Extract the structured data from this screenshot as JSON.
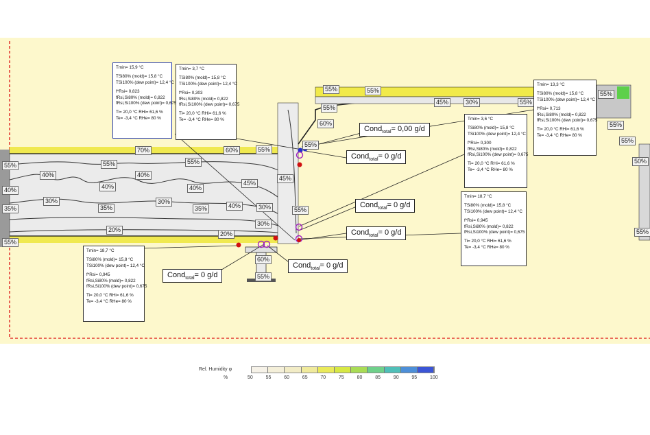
{
  "legend": {
    "title": "Rel. Humidity φ",
    "unit": "%",
    "ticks": [
      "50",
      "55",
      "60",
      "65",
      "70",
      "75",
      "80",
      "85",
      "90",
      "95",
      "100"
    ],
    "colors": [
      "#f6f2e8",
      "#f4efd9",
      "#f2ecc6",
      "#f0ea9c",
      "#eaea5a",
      "#d7e844",
      "#a9dc55",
      "#6fd08a",
      "#4fbfb8",
      "#4d8fd8",
      "#3b55d6"
    ]
  },
  "boxes": {
    "b1": {
      "tmin": "Tmin= 15,9 °C",
      "tsi80": "TSi80% (mold)= 15,8 °C",
      "tsi100": "TSi100% (dew point)= 12,4 °C",
      "frsi": "f*Rsi= 0,823",
      "frsi80": "fRsi,Si80% (mold)= 0,822",
      "frsi100": "fRsi,Si100% (dew point)= 0,675",
      "ti": "Ti= 20,0 °C   RHi= 61,6 %",
      "te": "Te= -3,4 °C   RHe= 80 %"
    },
    "b2": {
      "tmin": "Tmin= 3,7 °C",
      "tsi80": "TSi80% (mold)= 15,8 °C",
      "tsi100": "TSi100% (dew point)= 12,4 °C",
      "frsi": "f*Rsi= 0,303",
      "frsi80": "fRsi,Si80% (mold)= 0,822",
      "frsi100": "fRsi,Si100% (dew point)= 0,675",
      "ti": "Ti= 20,0 °C   RHi= 61,6 %",
      "te": "Te= -3,4 °C   RHe= 80 %"
    },
    "b3": {
      "tmin": "Tmin= 3,6 °C",
      "tsi80": "TSi80% (mold)= 15,8 °C",
      "tsi100": "TSi100% (dew point)= 12,4 °C",
      "frsi": "f*Rsi= 0,300",
      "frsi80": "fRsi,Si80% (mold)= 0,822",
      "frsi100": "fRsi,Si100% (dew point)= 0,675",
      "ti": "Ti= 20,0 °C   RHi= 61,6 %",
      "te": "Te= -3,4 °C   RHe= 80 %"
    },
    "b4": {
      "tmin": "Tmin= 13,3 °C",
      "tsi80": "TSi80% (mold)= 15,8 °C",
      "tsi100": "TSi100% (dew point)= 12,4 °C",
      "frsi": "f*Rsi= 0,713",
      "frsi80": "fRsi,Si80% (mold)= 0,822",
      "frsi100": "fRsi,Si100% (dew point)= 0,675",
      "ti": "Ti= 20,0 °C   RHi= 61,6 %",
      "te": "Te= -3,4 °C   RHe= 80 %"
    },
    "b5": {
      "tmin": "Tmin= 18,7 °C",
      "tsi80": "TSi80% (mold)= 15,8 °C",
      "tsi100": "TSi100% (dew point)= 12,4 °C",
      "frsi": "f*Rsi= 0,945",
      "frsi80": "fRsi,Si80% (mold)= 0,822",
      "frsi100": "fRsi,Si100% (dew point)= 0,675",
      "ti": "Ti= 20,0 °C   RHi= 61,6 %",
      "te": "Te= -3,4 °C   RHe= 80 %"
    },
    "b6": {
      "tmin": "Tmin= 18,7 °C",
      "tsi80": "TSi80% (mold)= 15,8 °C",
      "tsi100": "TSi100% (dew point)= 12,4 °C",
      "frsi": "f*Rsi= 0,945",
      "frsi80": "fRsi,Si80% (mold)= 0,822",
      "frsi100": "fRsi,Si100% (dew point)= 0,675",
      "ti": "Ti= 20,0 °C   RHi= 61,6 %",
      "te": "Te= -3,4 °C   RHe= 80 %"
    }
  },
  "cond": {
    "c1": {
      "label": "Cond",
      "sub": "total",
      "val": "= 0,00 g/d"
    },
    "c2": {
      "label": "Cond",
      "sub": "total",
      "val": "= 0 g/d"
    },
    "c3": {
      "label": "Cond",
      "sub": "total",
      "val": "= 0 g/d"
    },
    "c4": {
      "label": "Cond",
      "sub": "total",
      "val": "= 0 g/d"
    },
    "c5": {
      "label": "Cond",
      "sub": "total",
      "val": "= 0 g/d"
    },
    "c6": {
      "label": "Cond",
      "sub": "total",
      "val": "= 0 g/d"
    }
  },
  "pct": {
    "p1": "55%",
    "p2": "40%",
    "p3": "35%",
    "p4": "55%",
    "p5": "70%",
    "p6": "55%",
    "p7": "40%",
    "p8": "40%",
    "p9": "30%",
    "p10": "35%",
    "p11": "40%",
    "p12": "30%",
    "p13": "55%",
    "p14": "60%",
    "p15": "55%",
    "p16": "40%",
    "p17": "35%",
    "p18": "45%",
    "p19": "40%",
    "p20": "30%",
    "p21": "45%",
    "p22": "55%",
    "p23": "55%",
    "p24": "55%",
    "p25": "55%",
    "p26": "60%",
    "p27": "55%",
    "p28": "45%",
    "p29": "30%",
    "p30": "55%",
    "p31": "55%",
    "p32": "55%",
    "p33": "50%",
    "p34": "55%",
    "p35": "20%",
    "p36": "30%",
    "p37": "60%",
    "p38": "55%",
    "p39": "55%"
  }
}
